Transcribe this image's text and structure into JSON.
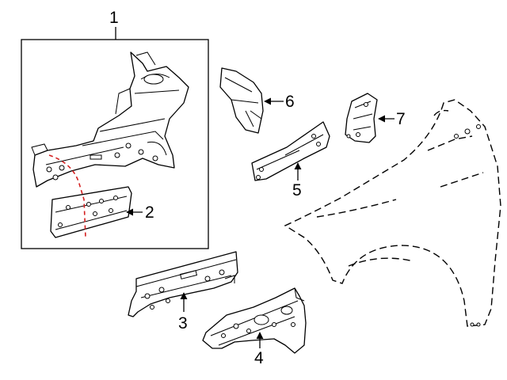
{
  "diagram": {
    "callouts": [
      {
        "id": "1",
        "text": "1"
      },
      {
        "id": "2",
        "text": "2"
      },
      {
        "id": "3",
        "text": "3"
      },
      {
        "id": "4",
        "text": "4"
      },
      {
        "id": "5",
        "text": "5"
      },
      {
        "id": "6",
        "text": "6"
      },
      {
        "id": "7",
        "text": "7"
      }
    ],
    "colors": {
      "line": "#000000",
      "cut_line": "#d42020",
      "background": "#ffffff"
    }
  }
}
